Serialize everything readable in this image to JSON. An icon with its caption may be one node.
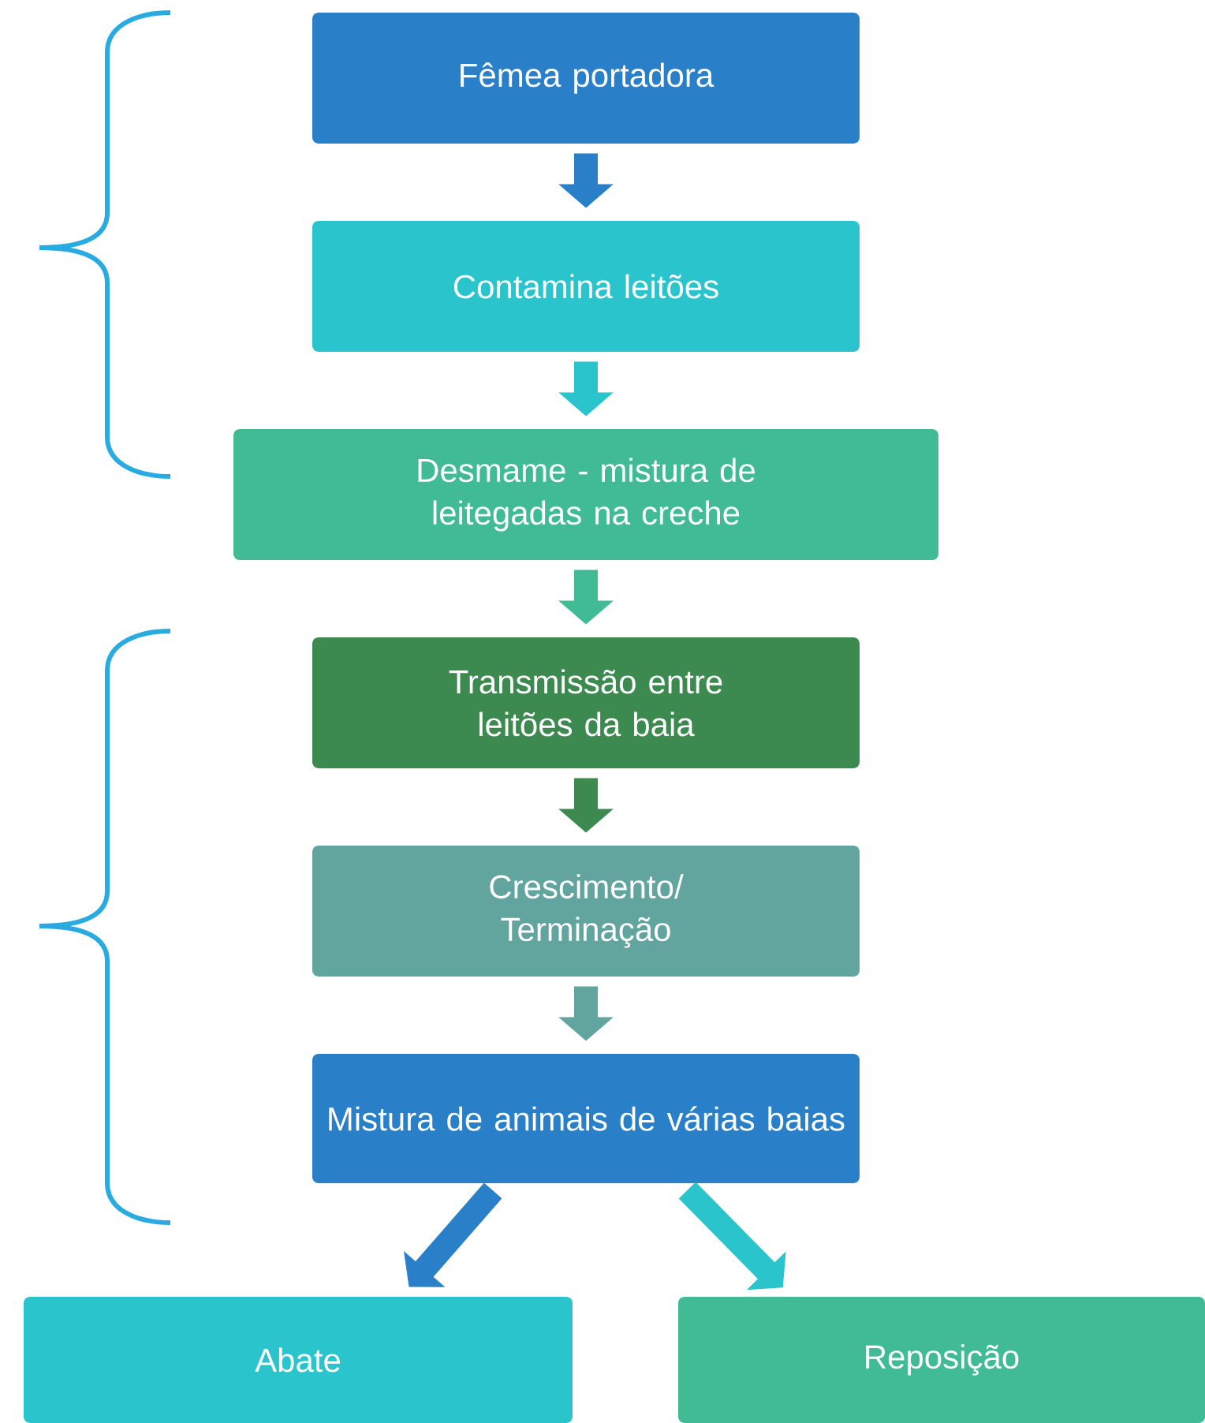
{
  "diagram": {
    "nodes": [
      {
        "text": [
          "Fêmea portadora"
        ]
      },
      {
        "text": [
          "Contamina leitões"
        ]
      },
      {
        "text": [
          "Desmame - mistura de leitegadas na creche"
        ]
      },
      {
        "text": [
          "Transmissão entre leitões da baia"
        ]
      },
      {
        "text": [
          "Crescimento/ Terminação"
        ]
      },
      {
        "text": [
          "Mistura de animais de várias baias"
        ]
      },
      {
        "text": [
          "Abate"
        ]
      },
      {
        "text": [
          "Reposição"
        ]
      }
    ],
    "edges": [
      {
        "from": 0,
        "to": 1,
        "arrow": "to",
        "color": "#2a7fc9"
      },
      {
        "from": 1,
        "to": 2,
        "arrow": "to",
        "color": "#29c4cc"
      },
      {
        "from": 2,
        "to": 3,
        "arrow": "to",
        "color": "#41bb94"
      },
      {
        "from": 3,
        "to": 4,
        "arrow": "to",
        "color": "#3d8a50"
      },
      {
        "from": 4,
        "to": 5,
        "arrow": "to",
        "color": "#62a59e"
      },
      {
        "from": 5,
        "to": 6,
        "arrow": "to",
        "color": "#2a7fc9"
      },
      {
        "from": 5,
        "to": 7,
        "arrow": "to",
        "color": "#29c4cc"
      }
    ]
  }
}
